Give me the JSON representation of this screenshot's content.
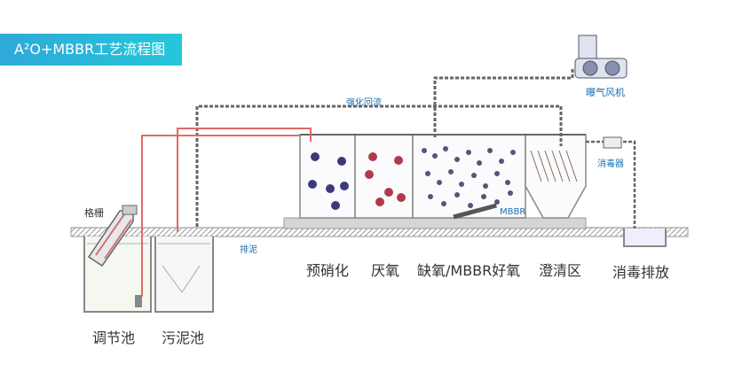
{
  "title": "A²O+MBBR工艺流程图",
  "labels": {
    "grille": "格栅",
    "blower": "曝气风机",
    "recirculation": "强化回流",
    "disinfector": "消毒器",
    "sludge_discharge": "排泥",
    "mbbr": "MBBR"
  },
  "zones": {
    "regulating_tank": "调节池",
    "sludge_tank": "污泥池",
    "pre_denitrification": "预硝化",
    "anaerobic": "厌氧",
    "anoxic_mbbr_aerobic": "缺氧/MBBR好氧",
    "clarifier": "澄清区",
    "disinfection_discharge": "消毒排放"
  },
  "colors": {
    "badge": "#2ea9d8",
    "pipe_red": "#e06a6a",
    "pipe_dark": "#555555",
    "ground": "#bbbbbb",
    "blue_text": "#1a6fb0"
  }
}
